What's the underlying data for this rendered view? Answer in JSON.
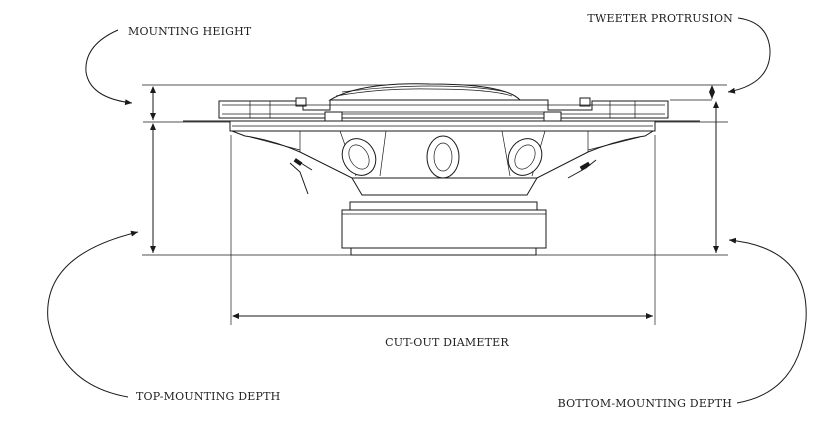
{
  "labels": {
    "mounting_height": "MOUNTING HEIGHT",
    "tweeter_protrusion": "TWEETER PROTRUSION",
    "cutout_diameter": "CUT-OUT DIAMETER",
    "top_mounting_depth": "TOP-MOUNTING DEPTH",
    "bottom_mounting_depth": "BOTTOM-MOUNTING DEPTH"
  },
  "colors": {
    "line": "#1a1a1a",
    "background": "#ffffff"
  }
}
